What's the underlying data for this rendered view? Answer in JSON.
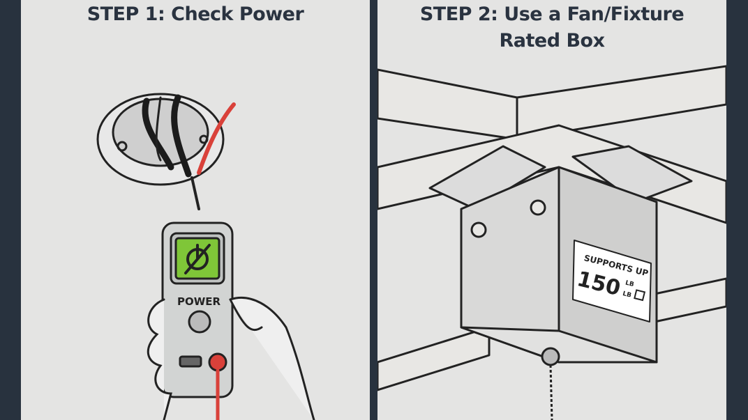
{
  "colors": {
    "frame": "#28323e",
    "panel": "#e4e4e3",
    "title": "#2a3340",
    "screen": "#7fc638",
    "wire_red": "#d9413a"
  },
  "step1": {
    "title": "STEP 1: Check Power",
    "tester_label": "POWER",
    "screen_icon": "power-off-icon"
  },
  "step2": {
    "title_line1": "STEP 2: Use a Fan/Fixture",
    "title_line2": "Rated Box",
    "label_line1": "SUPPORTS UP",
    "label_value": "150",
    "label_unit_top": "LB",
    "label_unit_bottom": "LB",
    "label_icon": "weight-icon"
  }
}
